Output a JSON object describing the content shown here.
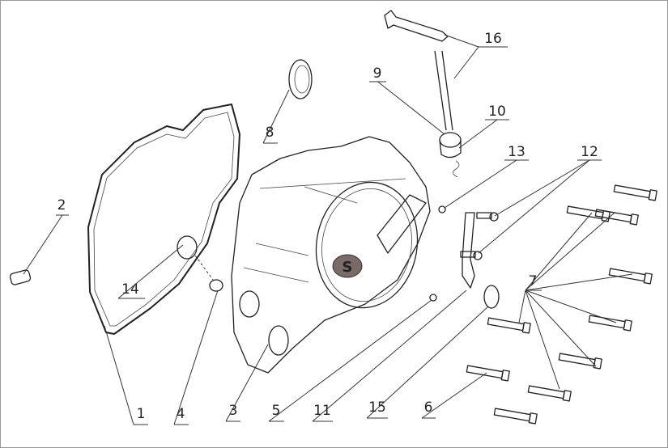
{
  "diagram": {
    "type": "exploded parts diagram",
    "logo_letter": "S",
    "callouts": [
      {
        "id": "1",
        "label": "1"
      },
      {
        "id": "2",
        "label": "2"
      },
      {
        "id": "3",
        "label": "3"
      },
      {
        "id": "4",
        "label": "4"
      },
      {
        "id": "5",
        "label": "5"
      },
      {
        "id": "6",
        "label": "6"
      },
      {
        "id": "7",
        "label": "7"
      },
      {
        "id": "8",
        "label": "8"
      },
      {
        "id": "9",
        "label": "9"
      },
      {
        "id": "10",
        "label": "10"
      },
      {
        "id": "11",
        "label": "11"
      },
      {
        "id": "12",
        "label": "12"
      },
      {
        "id": "13",
        "label": "13"
      },
      {
        "id": "14",
        "label": "14"
      },
      {
        "id": "15",
        "label": "15"
      },
      {
        "id": "16",
        "label": "16"
      }
    ]
  }
}
